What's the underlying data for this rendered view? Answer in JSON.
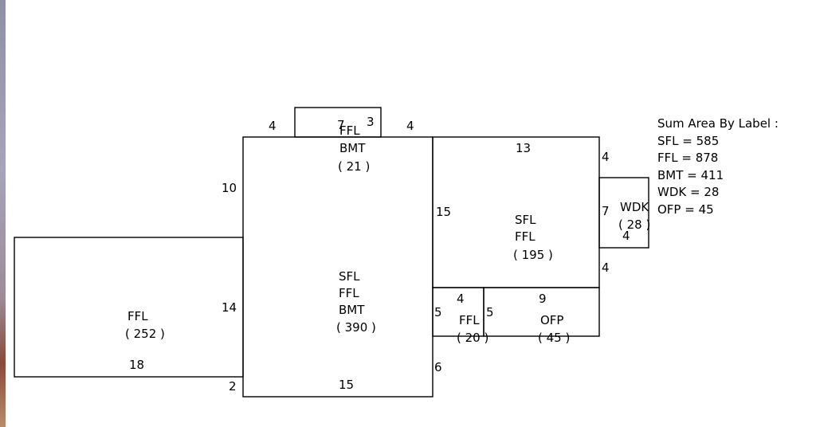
{
  "sections": {
    "top": {
      "labels": [
        "FFL",
        "BMT",
        "( 21 )"
      ],
      "dims": {
        "left": "4",
        "top": "7",
        "top2": "3",
        "right": "4"
      }
    },
    "main": {
      "labels": [
        "SFL",
        "FFL",
        "BMT",
        "( 390 )"
      ],
      "dims": {
        "left_upper": "10",
        "left_lower": "14",
        "bottom": "15",
        "bottom_left": "2"
      }
    },
    "left": {
      "labels": [
        "FFL",
        "( 252 )"
      ],
      "dims": {
        "bottom": "18"
      }
    },
    "right": {
      "labels": [
        "SFL",
        "FFL",
        "( 195 )"
      ],
      "dims": {
        "top": "13",
        "left": "15",
        "right_top": "4",
        "right_bottom": "4"
      }
    },
    "wdk": {
      "labels": [
        "WDK",
        "( 28 )"
      ],
      "dims": {
        "left": "7",
        "bottom": "4"
      }
    },
    "ffl_small": {
      "labels": [
        "FFL",
        "( 20 )"
      ],
      "dims": {
        "top": "4",
        "left": "5",
        "right": "5",
        "below": "6"
      }
    },
    "ofp": {
      "labels": [
        "OFP",
        "( 45 )"
      ],
      "dims": {
        "top": "9"
      }
    }
  },
  "legend": {
    "title": "Sum Area By Label :",
    "items": [
      "SFL = 585",
      "FFL = 878",
      "BMT = 411",
      "WDK = 28",
      "OFP = 45"
    ]
  }
}
